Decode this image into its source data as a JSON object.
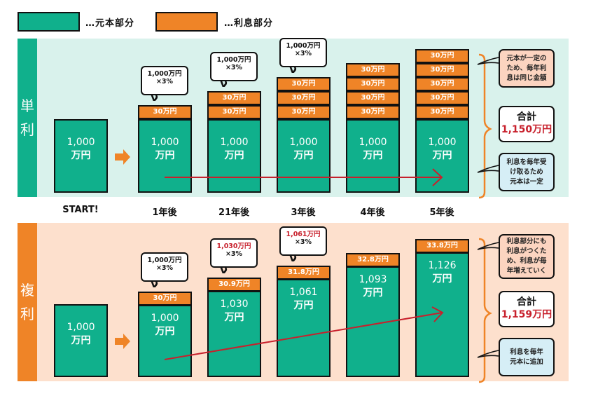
{
  "legend": {
    "principal": {
      "label": "…元本部分",
      "color": "#10b08c"
    },
    "interest": {
      "label": "…利息部分",
      "color": "#ef8427"
    }
  },
  "x_labels": [
    "START!",
    "1年後",
    "21年後",
    "3年後",
    "4年後",
    "5年後"
  ],
  "simple": {
    "side_label": [
      "単",
      "利"
    ],
    "panel_color": "#d9f2ec",
    "side_color": "#10b08c",
    "start": {
      "amount": "1,000",
      "unit": "万円"
    },
    "years": [
      {
        "bubble": [
          "1,000万円",
          "×3%"
        ],
        "principal": [
          "1,000",
          "万円"
        ],
        "interest": [
          "30万円"
        ]
      },
      {
        "bubble": [
          "1,000万円",
          "×3%"
        ],
        "principal": [
          "1,000",
          "万円"
        ],
        "interest": [
          "30万円",
          "30万円"
        ]
      },
      {
        "bubble": [
          "1,000万円",
          "×3%"
        ],
        "principal": [
          "1,000",
          "万円"
        ],
        "interest": [
          "30万円",
          "30万円",
          "30万円"
        ]
      },
      {
        "bubble": null,
        "principal": [
          "1,000",
          "万円"
        ],
        "interest": [
          "30万円",
          "30万円",
          "30万円",
          "30万円"
        ]
      },
      {
        "bubble": null,
        "principal": [
          "1,000",
          "万円"
        ],
        "interest": [
          "30万円",
          "30万円",
          "30万円",
          "30万円",
          "30万円"
        ]
      }
    ],
    "note_top": [
      "元本が一定の",
      "ため、毎年利",
      "息は同じ金額"
    ],
    "total_label": "合計",
    "total_value": "1,150万円",
    "note_bottom": [
      "利息を毎年受",
      "け取るため",
      "元本は一定"
    ]
  },
  "compound": {
    "side_label": [
      "複",
      "利"
    ],
    "panel_color": "#fde0cd",
    "side_color": "#ef8427",
    "start": {
      "amount": "1,000",
      "unit": "万円"
    },
    "years": [
      {
        "bubble": [
          "1,000万円",
          "×3%"
        ],
        "bubble_red": false,
        "principal": [
          "1,000",
          "万円"
        ],
        "interest": "30万円"
      },
      {
        "bubble": [
          "1,030万円",
          "×3%"
        ],
        "bubble_red": true,
        "principal": [
          "1,030",
          "万円"
        ],
        "interest": "30.9万円"
      },
      {
        "bubble": [
          "1,061万円",
          "×3%"
        ],
        "bubble_red": true,
        "principal": [
          "1,061",
          "万円"
        ],
        "interest": "31.8万円"
      },
      {
        "bubble": null,
        "bubble_red": false,
        "principal": [
          "1,093",
          "万円"
        ],
        "interest": "32.8万円"
      },
      {
        "bubble": null,
        "bubble_red": false,
        "principal": [
          "1,126",
          "万円"
        ],
        "interest": "33.8万円"
      }
    ],
    "note_top": [
      "利息部分にも",
      "利息がつくた",
      "め、利息が毎",
      "年増えていく"
    ],
    "total_label": "合計",
    "total_value": "1,159万円",
    "note_bottom": [
      "利息を毎年",
      "元本に追加"
    ]
  }
}
